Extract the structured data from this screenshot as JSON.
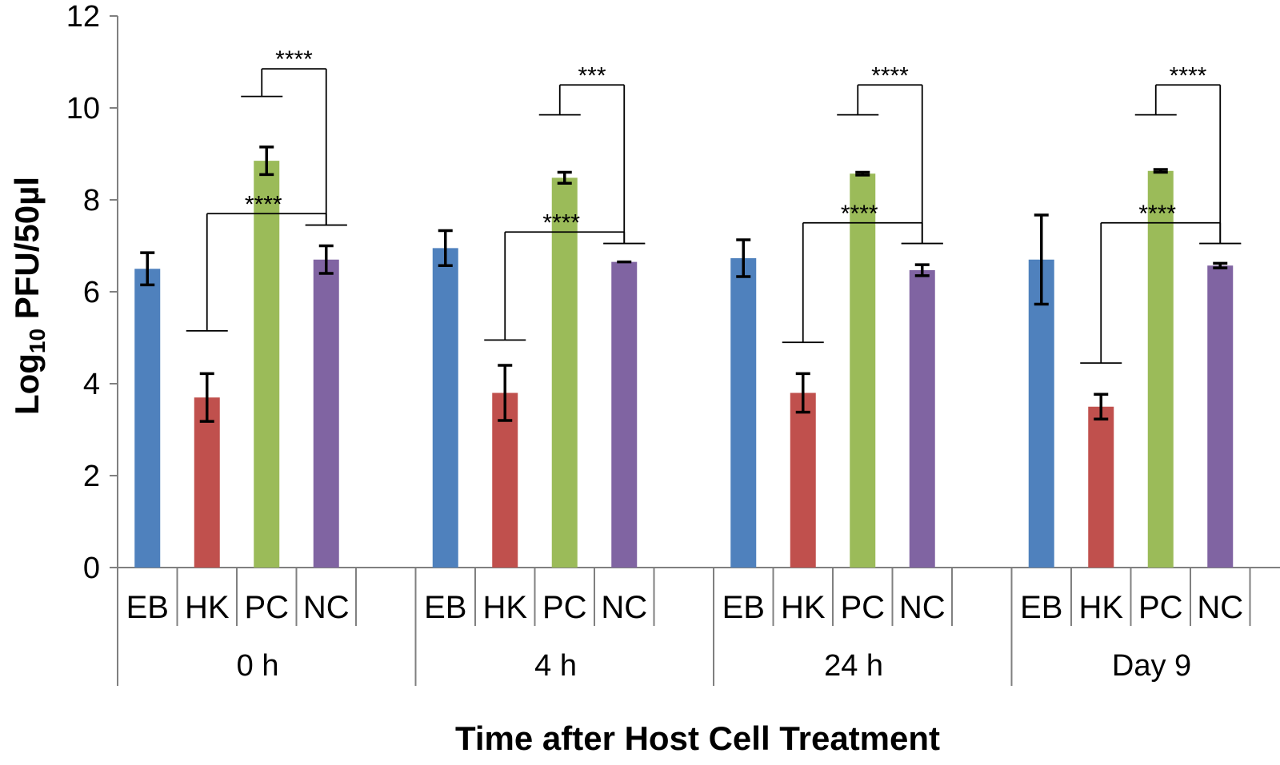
{
  "chart_data": {
    "type": "bar",
    "ylabel_main": "Log",
    "ylabel_sub": "10",
    "ylabel_rest": " PFU/50µl",
    "xlabel": "Time after Host Cell Treatment",
    "ylim": [
      0,
      12
    ],
    "yticks": [
      "0",
      "2",
      "4",
      "6",
      "8",
      "10",
      "12"
    ],
    "grid": false,
    "legend": "none",
    "categories": [
      "EB",
      "HK",
      "PC",
      "NC"
    ],
    "groups": [
      {
        "name": "0 h",
        "values": [
          6.5,
          3.7,
          8.85,
          6.7
        ],
        "errors": [
          0.35,
          0.52,
          0.3,
          0.3
        ]
      },
      {
        "name": "4 h",
        "values": [
          6.95,
          3.8,
          8.48,
          6.65
        ],
        "errors": [
          0.38,
          0.6,
          0.12,
          0.0
        ]
      },
      {
        "name": "24 h",
        "values": [
          6.73,
          3.8,
          8.57,
          6.47
        ],
        "errors": [
          0.4,
          0.42,
          0.03,
          0.12
        ]
      },
      {
        "name": "Day 9",
        "values": [
          6.7,
          3.5,
          8.63,
          6.57
        ],
        "errors": [
          0.97,
          0.27,
          0.03,
          0.05
        ]
      }
    ],
    "colors": [
      "#4f81bd",
      "#c0504d",
      "#9bbb59",
      "#8064a2"
    ],
    "significance": [
      {
        "group": 0,
        "pc_nc": "****",
        "hk_nc": "****",
        "pc_nc_levels": [
          10.25,
          10.85,
          7.45
        ],
        "hk_nc_levels": [
          5.15,
          7.7,
          7.45
        ]
      },
      {
        "group": 1,
        "pc_nc": "***",
        "hk_nc": "****",
        "pc_nc_levels": [
          9.85,
          10.5,
          7.05
        ],
        "hk_nc_levels": [
          4.95,
          7.3,
          7.05
        ]
      },
      {
        "group": 2,
        "pc_nc": "****",
        "hk_nc": "****",
        "pc_nc_levels": [
          9.85,
          10.5,
          7.05
        ],
        "hk_nc_levels": [
          4.9,
          7.5,
          7.05
        ]
      },
      {
        "group": 3,
        "pc_nc": "****",
        "hk_nc": "****",
        "pc_nc_levels": [
          9.85,
          10.5,
          7.05
        ],
        "hk_nc_levels": [
          4.45,
          7.5,
          7.05
        ]
      }
    ]
  }
}
